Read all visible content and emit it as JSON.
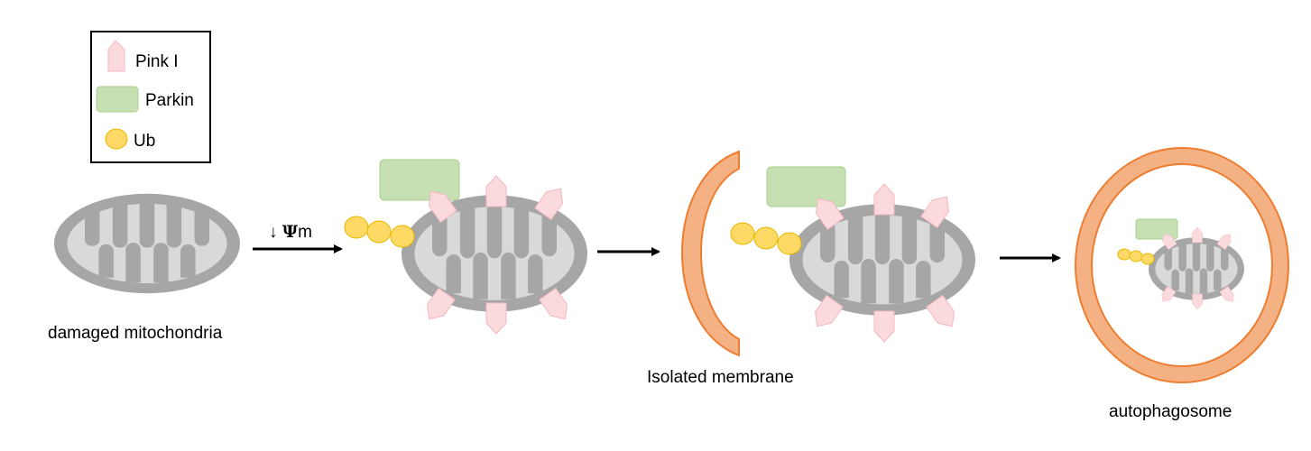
{
  "legend": [
    {
      "label": "Pink I",
      "icon": "pink-i-icon",
      "color": "#fadadd"
    },
    {
      "label": "Parkin",
      "icon": "parkin-icon",
      "color": "#c6e0b4"
    },
    {
      "label": "Ub",
      "icon": "ubiquitin-icon",
      "color": "#ffd966"
    }
  ],
  "labels": {
    "damaged": "damaged mitochondria",
    "isolated": "Isolated membrane",
    "autophagosome": "autophagosome"
  },
  "arrow_label": {
    "down": "↓",
    "psi": "Ψ",
    "m": "m"
  },
  "colors": {
    "mito_outer": "#a6a6a6",
    "mito_inner": "#d9d9d9",
    "pink": "#fadadd",
    "pink_stroke": "#f4b6c2",
    "parkin": "#c6e0b4",
    "parkin_stroke": "#a9d18e",
    "ub": "#ffd966",
    "ub_stroke": "#e6b800",
    "membrane": "#f4b183",
    "membrane_stroke": "#ed7d31"
  }
}
